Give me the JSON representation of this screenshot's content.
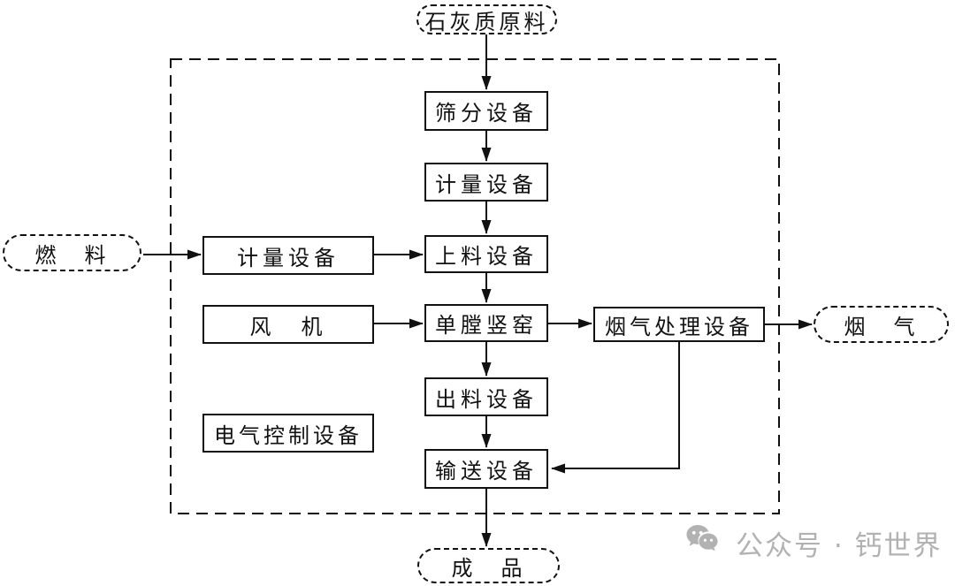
{
  "palette": {
    "line": "#111111",
    "background": "#ffffff",
    "watermark": "#b2b2b2"
  },
  "nodes": {
    "limestone_raw": "石灰质原料",
    "screening": "筛分设备",
    "metering_top": "计量设备",
    "feeding": "上料设备",
    "kiln": "单膛竖窑",
    "discharge": "出料设备",
    "conveying": "输送设备",
    "fuel": "燃　料",
    "metering_left": "计量设备",
    "fan": "风　机",
    "electric_control": "电气控制设备",
    "flue_treatment": "烟气处理设备",
    "flue_gas": "烟　气",
    "product": "成　品"
  },
  "edges": [
    {
      "from": "石灰质原料",
      "to": "筛分设备"
    },
    {
      "from": "筛分设备",
      "to": "计量设备"
    },
    {
      "from": "计量设备",
      "to": "上料设备"
    },
    {
      "from": "燃料",
      "to": "计量设备(左)"
    },
    {
      "from": "计量设备(左)",
      "to": "上料设备"
    },
    {
      "from": "上料设备",
      "to": "单膛竖窑"
    },
    {
      "from": "风机",
      "to": "单膛竖窑"
    },
    {
      "from": "单膛竖窑",
      "to": "出料设备"
    },
    {
      "from": "单膛竖窑",
      "to": "烟气处理设备"
    },
    {
      "from": "烟气处理设备",
      "to": "烟气"
    },
    {
      "from": "烟气处理设备",
      "to": "输送设备"
    },
    {
      "from": "出料设备",
      "to": "输送设备"
    },
    {
      "from": "输送设备",
      "to": "成品"
    }
  ],
  "watermark": {
    "icon": "wechat-icon",
    "label": "公众号 · 钙世界"
  }
}
